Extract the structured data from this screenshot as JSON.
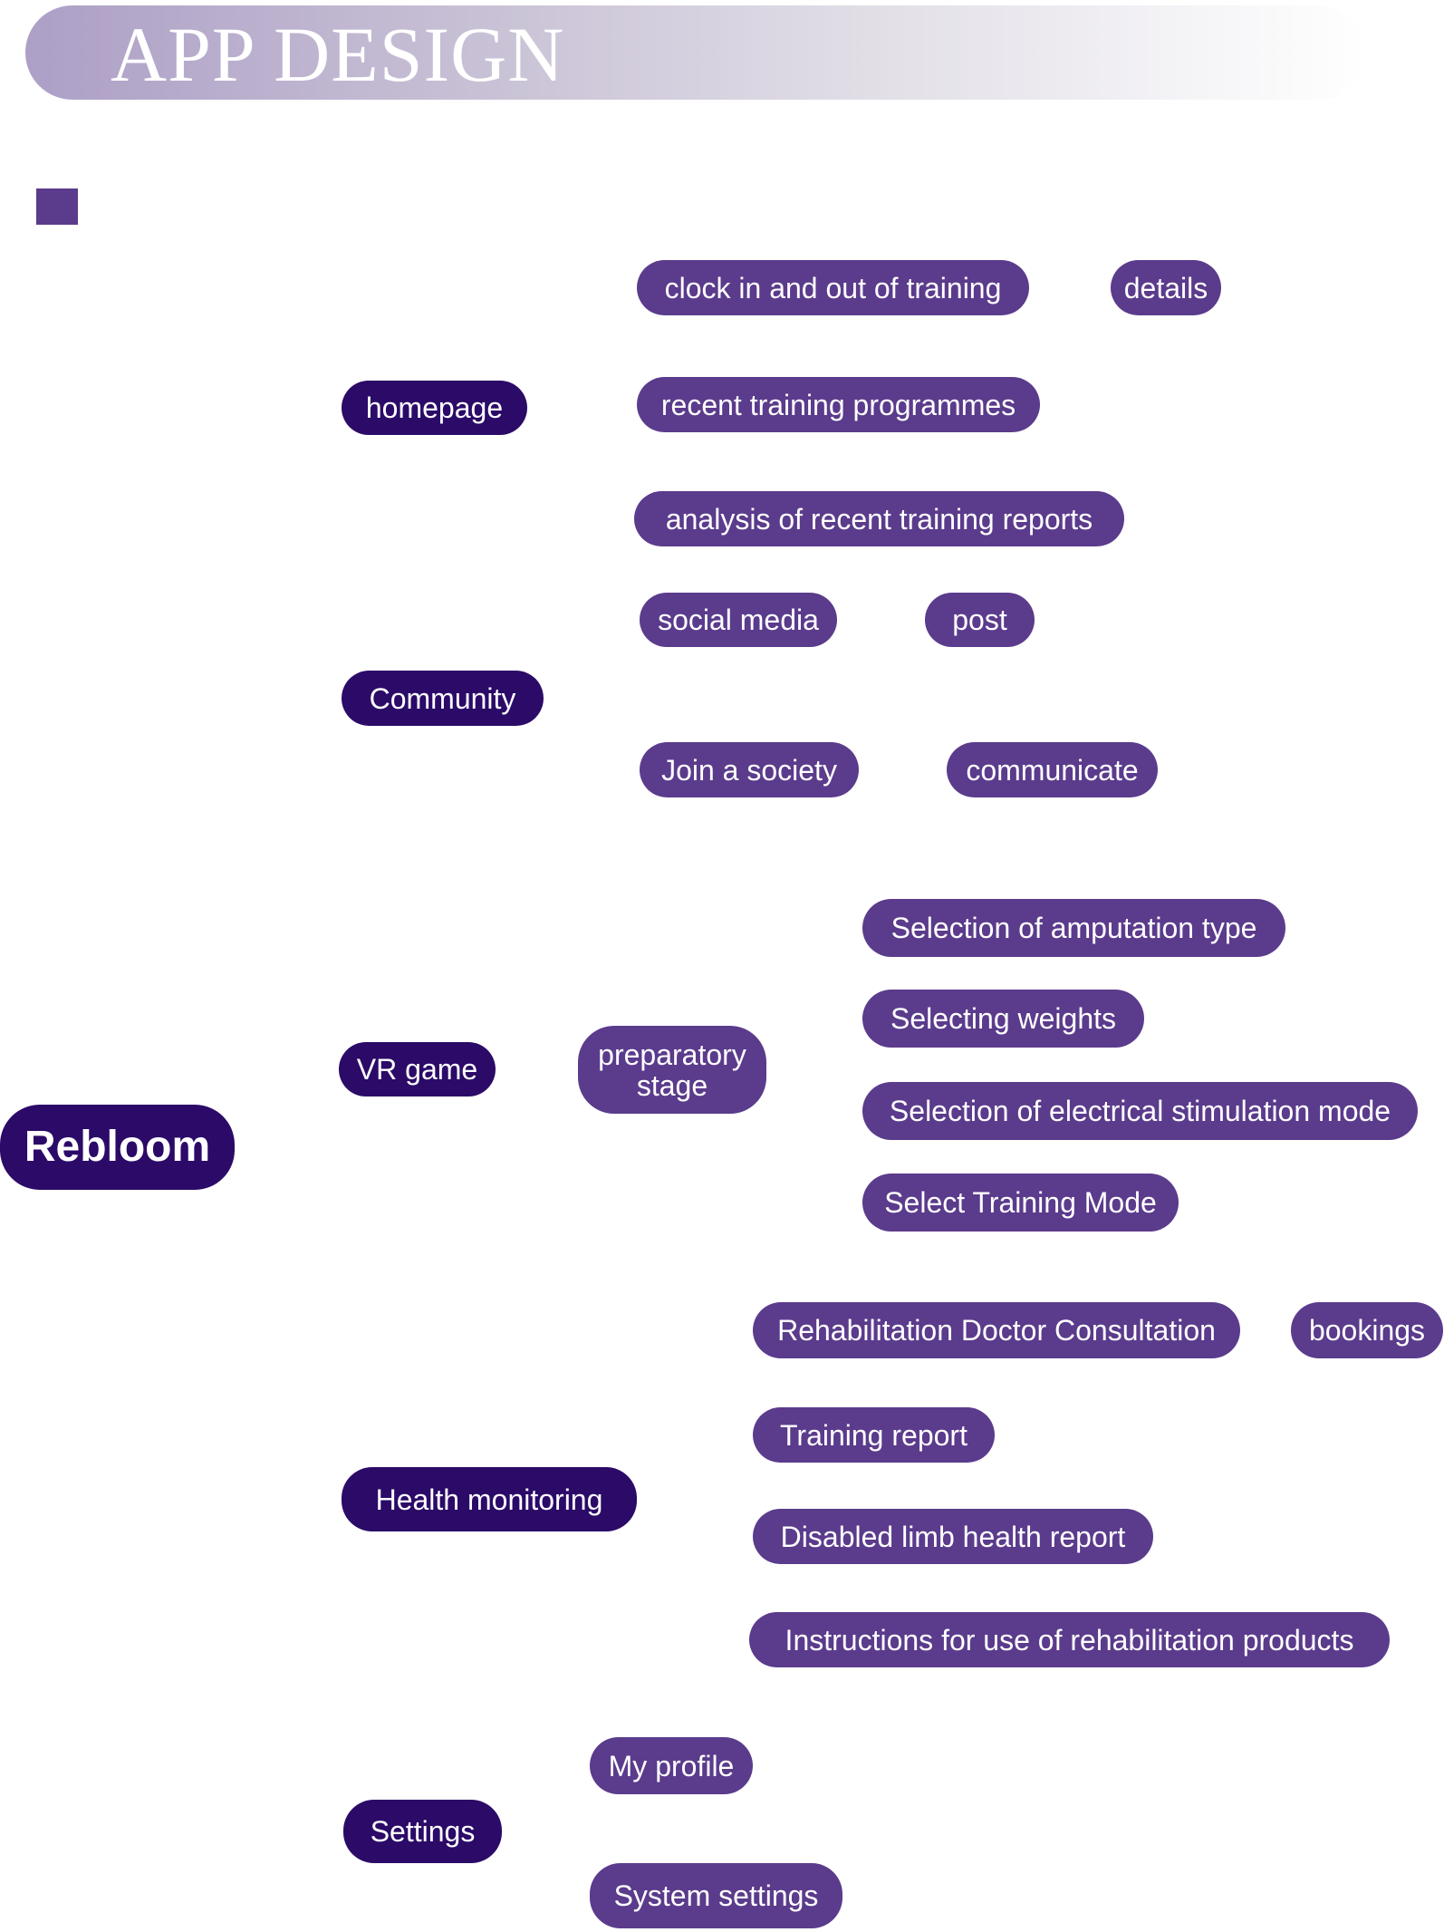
{
  "header": {
    "title": "APP DESIGN"
  },
  "root": {
    "label": "Rebloom"
  },
  "branches": {
    "homepage": {
      "label": "homepage",
      "children": {
        "clock": "clock in and out of training",
        "details": "details",
        "recent_programmes": "recent training programmes",
        "analysis": "analysis of recent training reports"
      }
    },
    "community": {
      "label": "Community",
      "children": {
        "social_media": "social media",
        "post": "post",
        "join_society": "Join a society",
        "communicate": "communicate"
      }
    },
    "vr_game": {
      "label": "VR game",
      "preparatory": [
        "preparatory",
        "stage"
      ],
      "children": {
        "amputation": "Selection of amputation type",
        "weights": "Selecting weights",
        "stimulation": "Selection of electrical stimulation mode",
        "training_mode": "Select Training Mode"
      }
    },
    "health": {
      "label": "Health monitoring",
      "children": {
        "consultation": "Rehabilitation Doctor Consultation",
        "bookings": "bookings",
        "training_report": "Training report",
        "limb_report": "Disabled limb health report",
        "instructions": "Instructions for use of rehabilitation products"
      }
    },
    "settings": {
      "label": "Settings",
      "children": {
        "profile": "My profile",
        "system": "System settings"
      }
    }
  },
  "colors": {
    "dark": "#2b0a68",
    "medium": "#5b3b8c",
    "banner": "#ad9fc6"
  }
}
